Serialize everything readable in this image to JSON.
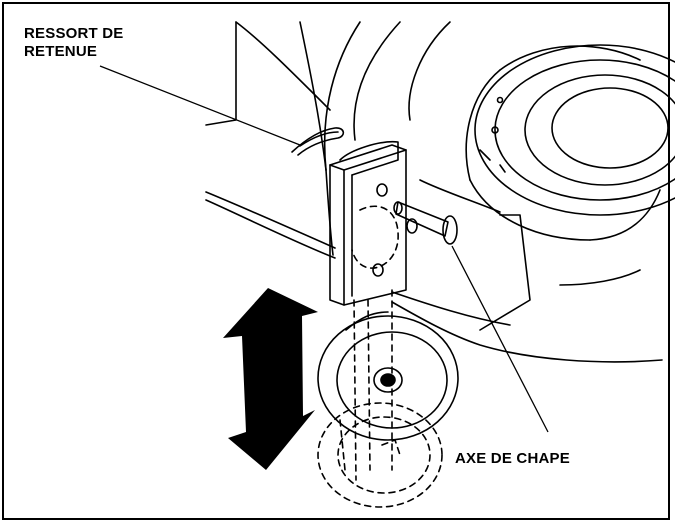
{
  "figure": {
    "labels": {
      "retaining_spring_line1": "RESSORT DE",
      "retaining_spring_line2": "RETENUE",
      "clevis_pin": "AXE DE CHAPE"
    },
    "icons": {
      "height_adjust_arrow": "double-headed-vertical-arrow"
    },
    "colors": {
      "ink": "#000000",
      "background": "#ffffff"
    }
  }
}
